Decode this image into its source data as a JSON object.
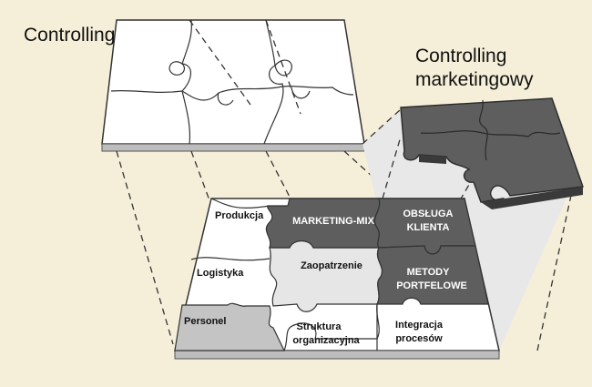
{
  "titles": {
    "controlling": "Controlling",
    "marketing_line1": "Controlling",
    "marketing_line2": "marketingowy"
  },
  "pieces": {
    "produkcja": "Produkcja",
    "marketing_mix": "MARKETING-MIX",
    "obsluga_1": "OBSŁUGA",
    "obsluga_2": "KLIENTA",
    "logistyka": "Logistyka",
    "zaopatrzenie": "Zaopatrzenie",
    "metody_1": "METODY",
    "metody_2": "PORTFELOWE",
    "personel": "Personel",
    "struktura_1": "Struktura",
    "struktura_2": "organizacyjna",
    "integracja_1": "Integracja",
    "integracja_2": "procesów"
  },
  "colors": {
    "background": "#f5efd9",
    "dark_piece": "#5e5e5e",
    "light_piece": "#e6e6e6",
    "medium_piece": "#c4c4c4",
    "white_piece": "#ffffff"
  }
}
